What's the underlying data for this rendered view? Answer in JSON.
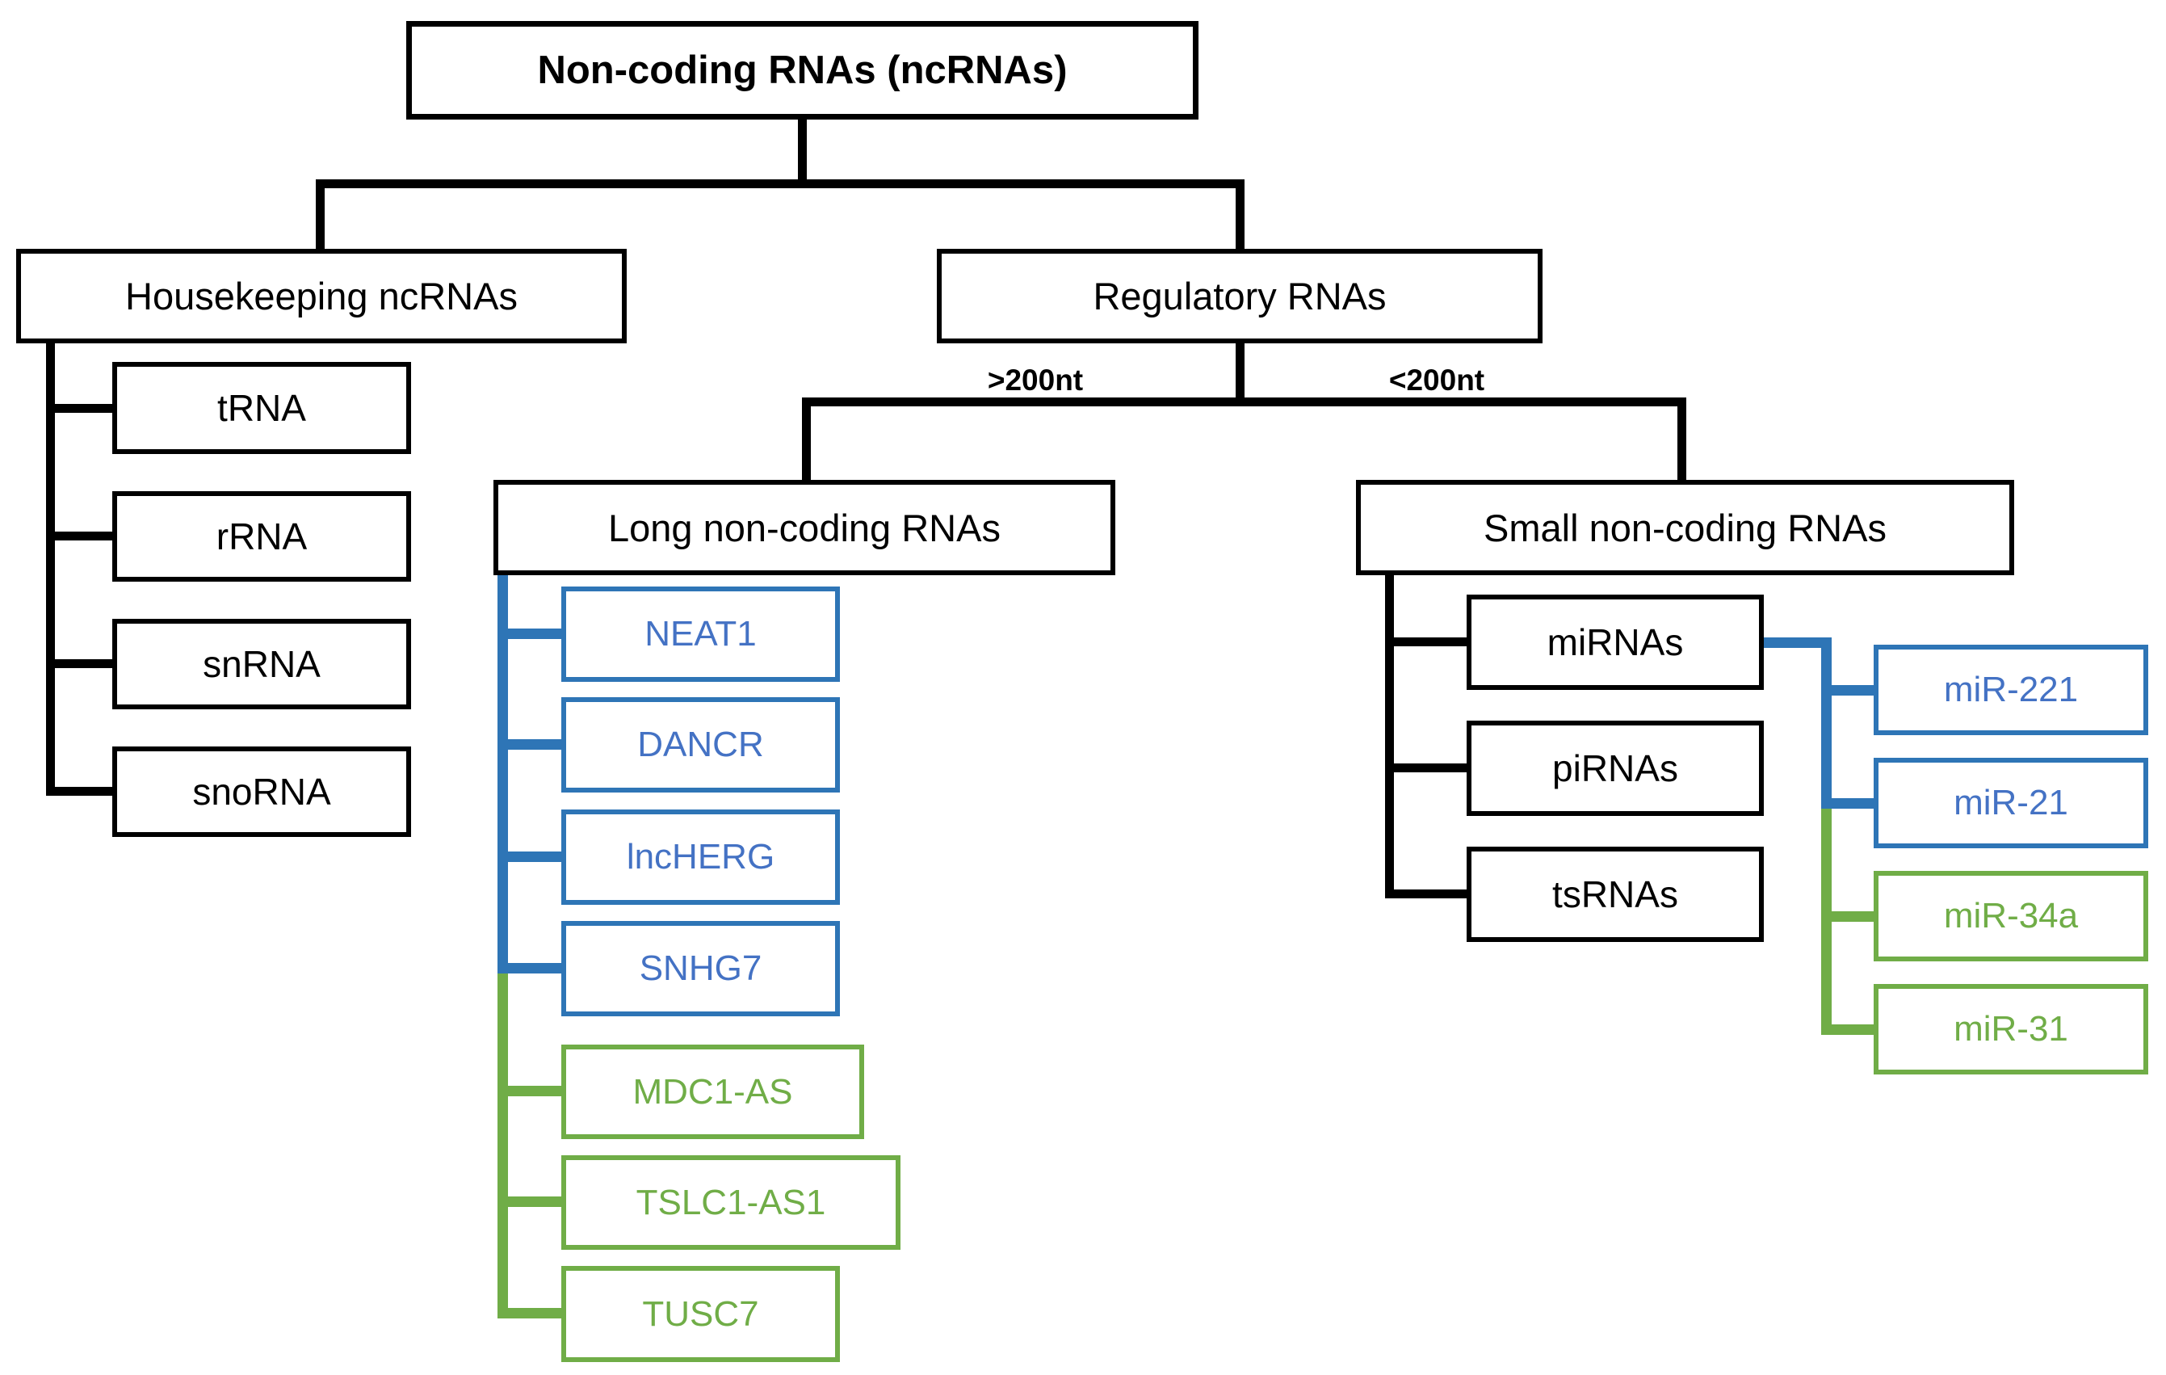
{
  "tree": {
    "title": "Non-coding RNAs (ncRNAs)",
    "branch_labels": {
      "long": ">200nt",
      "small": "<200nt"
    },
    "colors": {
      "black": "#000000",
      "blue_line": "#2E75B6",
      "blue_text": "#4472C4",
      "green": "#70AD47"
    },
    "housekeeping": {
      "label": "Housekeeping ncRNAs",
      "children": [
        {
          "label": "tRNA",
          "color": "black"
        },
        {
          "label": "rRNA",
          "color": "black"
        },
        {
          "label": "snRNA",
          "color": "black"
        },
        {
          "label": "snoRNA",
          "color": "black"
        }
      ]
    },
    "regulatory": {
      "label": "Regulatory RNAs"
    },
    "long_ncrna": {
      "label": "Long non-coding RNAs",
      "children": [
        {
          "label": "NEAT1",
          "color": "blue"
        },
        {
          "label": "DANCR",
          "color": "blue"
        },
        {
          "label": "lncHERG",
          "color": "blue"
        },
        {
          "label": "SNHG7",
          "color": "blue"
        },
        {
          "label": "MDC1-AS",
          "color": "green"
        },
        {
          "label": "TSLC1-AS1",
          "color": "green"
        },
        {
          "label": "TUSC7",
          "color": "green"
        }
      ]
    },
    "small_ncrna": {
      "label": "Small non-coding RNAs",
      "children": [
        {
          "label": "miRNAs",
          "color": "black"
        },
        {
          "label": "piRNAs",
          "color": "black"
        },
        {
          "label": "tsRNAs",
          "color": "black"
        }
      ]
    },
    "mirna_examples": [
      {
        "label": "miR-221",
        "color": "blue"
      },
      {
        "label": "miR-21",
        "color": "blue"
      },
      {
        "label": "miR-34a",
        "color": "green"
      },
      {
        "label": "miR-31",
        "color": "green"
      }
    ]
  }
}
